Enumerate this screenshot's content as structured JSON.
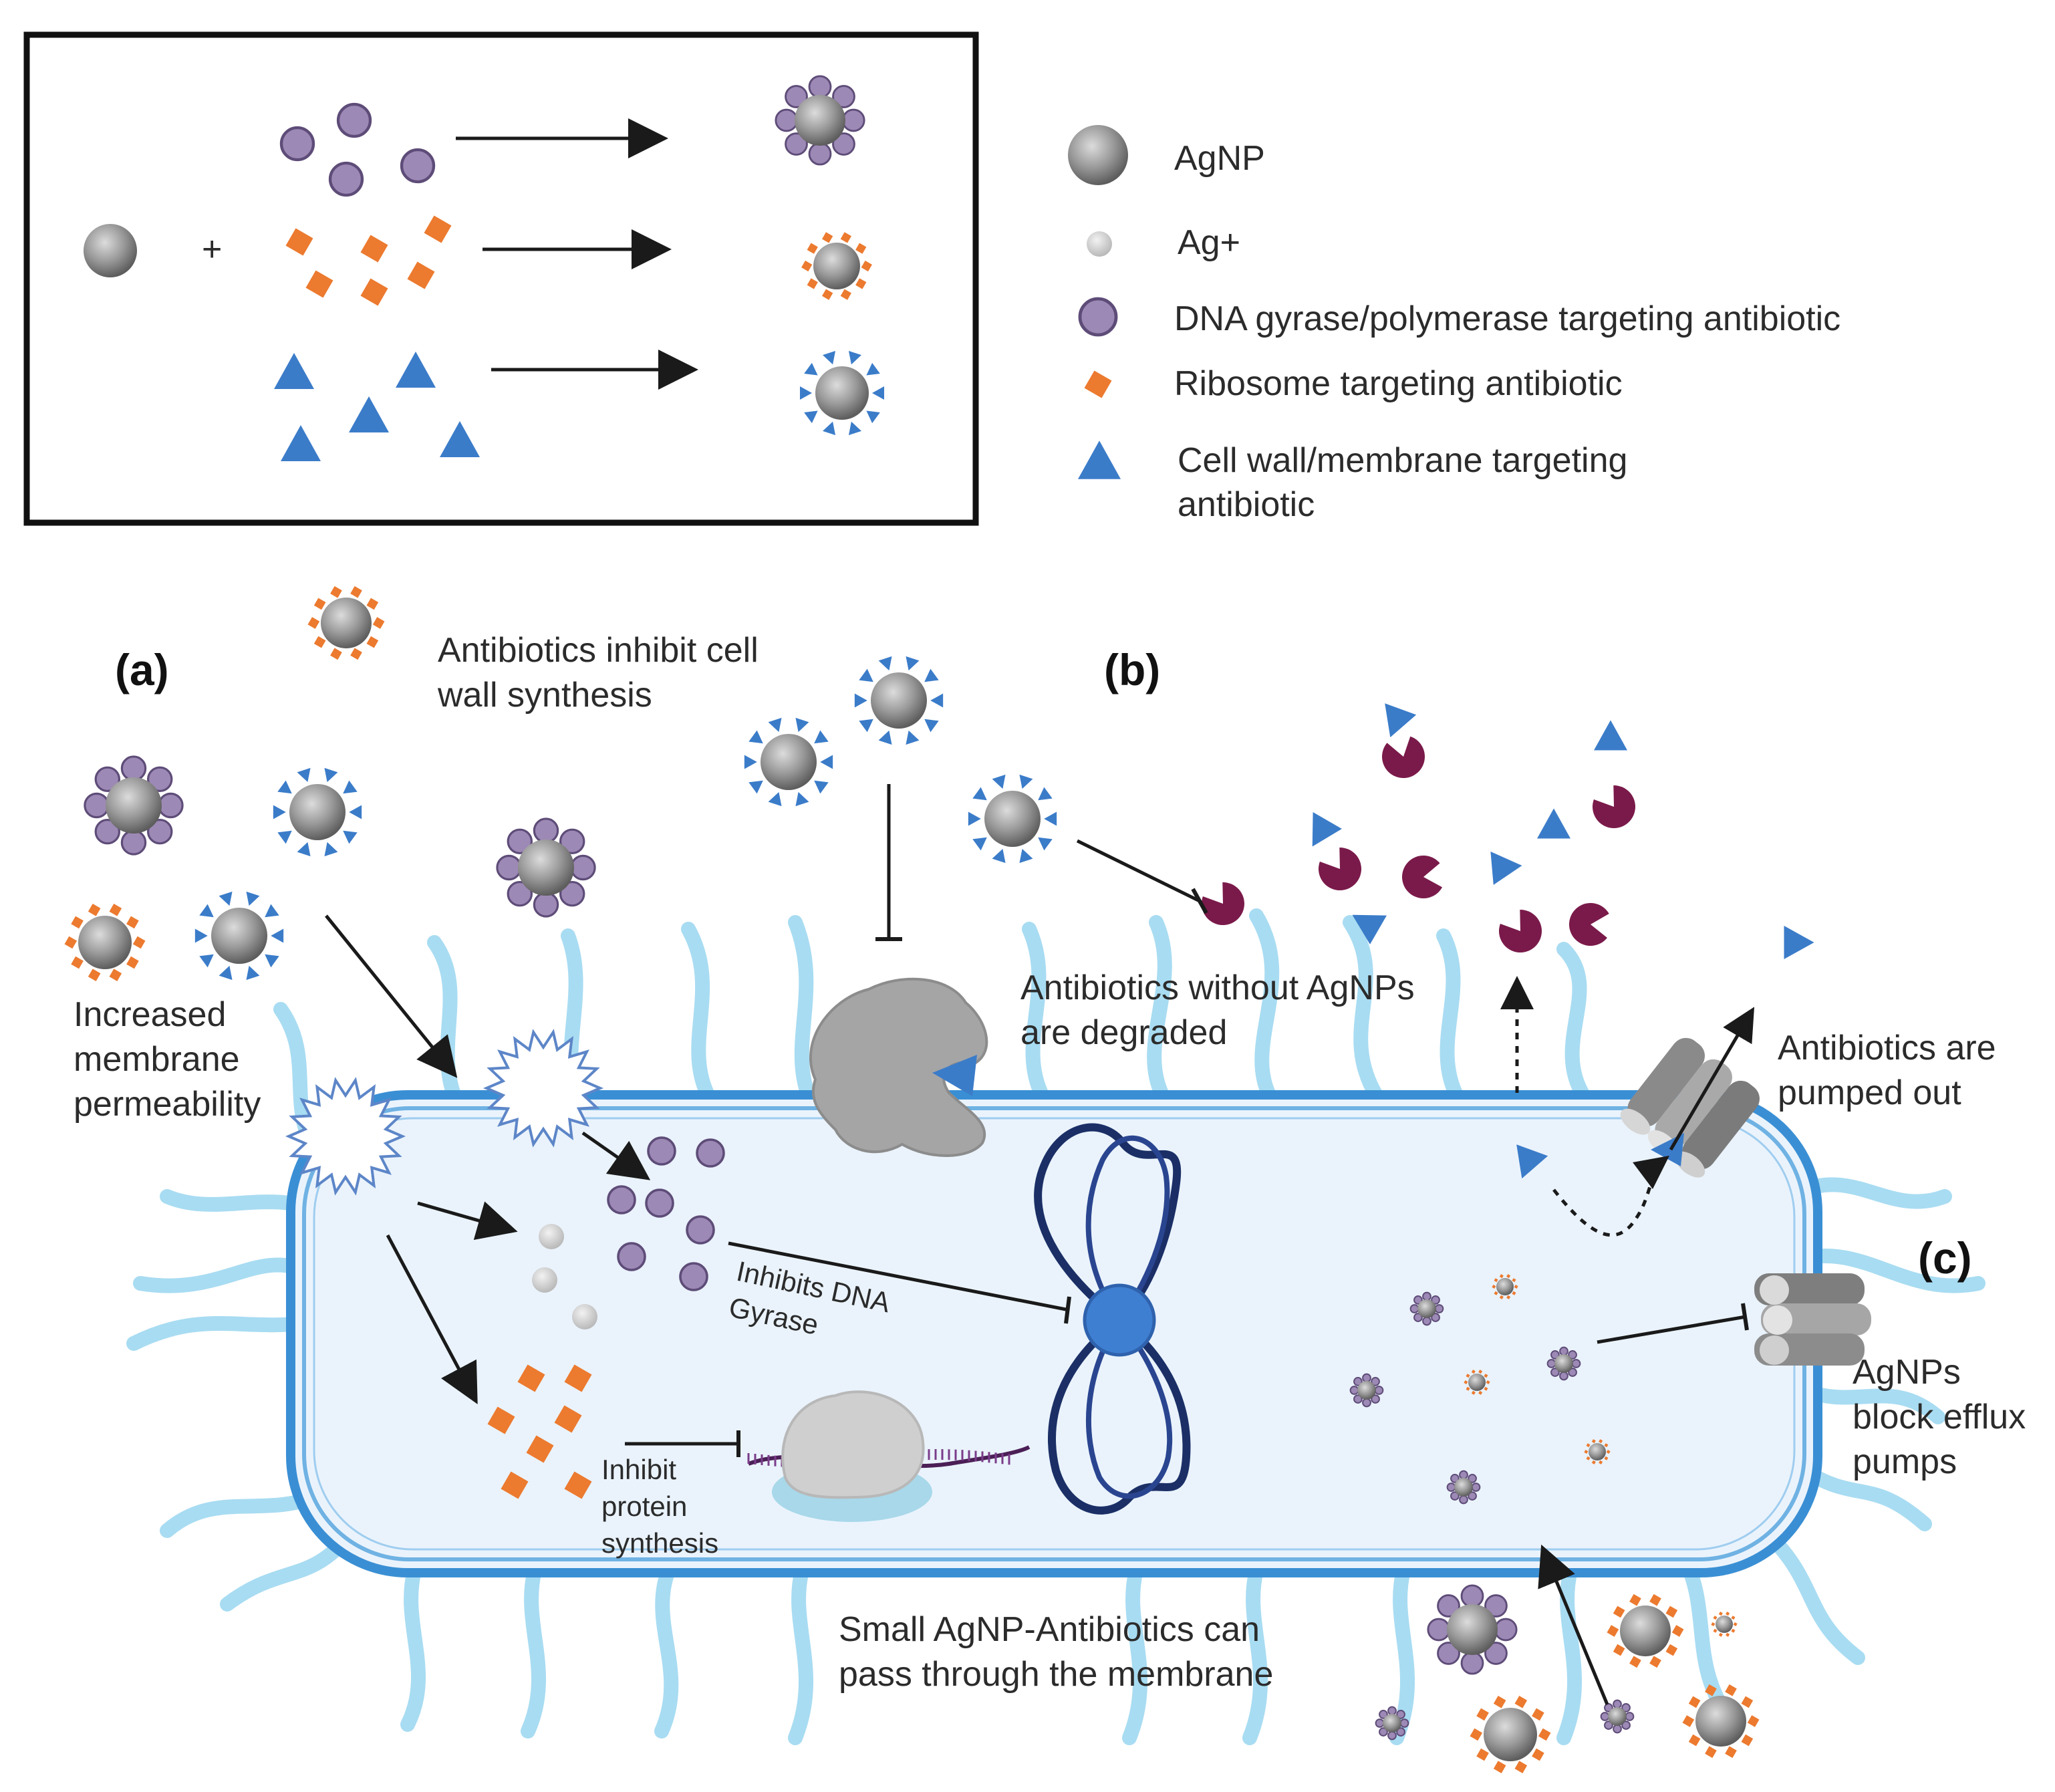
{
  "legend": {
    "agnp": "AgNP",
    "ag_ion": "Ag+",
    "dna_antibiotic": "DNA gyrase/polymerase targeting antibiotic",
    "ribosome_antibiotic": "Ribosome targeting antibiotic",
    "cellwall_antibiotic_line1": "Cell wall/membrane targeting",
    "cellwall_antibiotic_line2": "antibiotic"
  },
  "inset": {
    "plus": "+"
  },
  "panels": {
    "a": "(a)",
    "b": "(b)",
    "c": "(c)"
  },
  "labels": {
    "cell_wall_synth_1": "Antibiotics inhibit cell",
    "cell_wall_synth_2": "wall synthesis",
    "permeability_1": "Increased",
    "permeability_2": "membrane",
    "permeability_3": "permeability",
    "degraded_1": "Antibiotics without AgNPs",
    "degraded_2": "are degraded",
    "pumped_1": "Antibiotics are",
    "pumped_2": "pumped out",
    "gyrase_1": "Inhibits DNA",
    "gyrase_2": "Gyrase",
    "protein_1": "Inhibit",
    "protein_2": "protein",
    "protein_3": "synthesis",
    "efflux_1": "AgNPs",
    "efflux_2": "block efflux",
    "efflux_3": "pumps",
    "small_1": "Small AgNP-Antibiotics can",
    "small_2": "pass through the membrane"
  },
  "colors": {
    "silver": "#8f8f8f",
    "purple": "#9d89b5",
    "orange": "#ec7a2f",
    "blue": "#3b7cc9",
    "enzyme": "#7a1a4a",
    "cell_fill": "#eaf3fc",
    "membrane": "#3a8fd4",
    "flagella": "#a8dcf2",
    "dna": "#1b2f66",
    "nucleoid": "#3f7fd2"
  }
}
